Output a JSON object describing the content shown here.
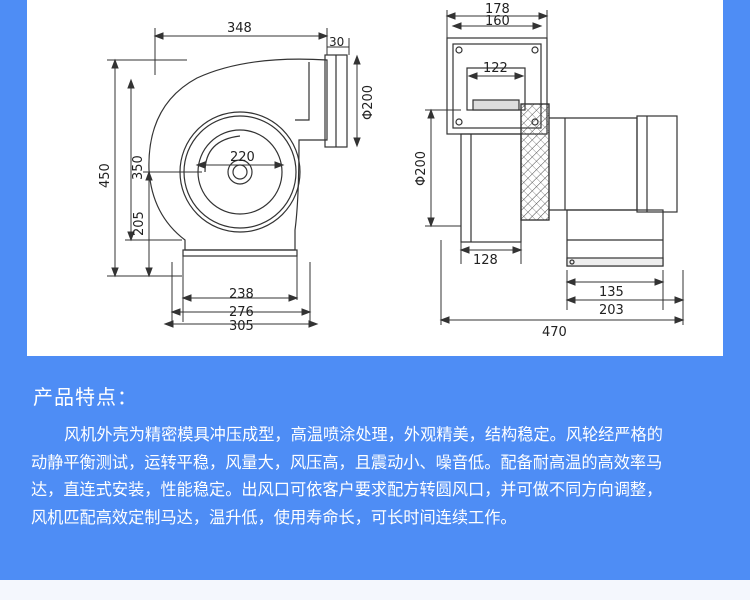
{
  "drawing": {
    "dims_left": {
      "width_top": "348",
      "flange": "30",
      "outlet_dia": "Φ200",
      "height_total": "450",
      "height_mid": "350",
      "height_low": "205",
      "inlet_dia": "220",
      "base_inner": "238",
      "base_mid": "276",
      "base_outer": "305"
    },
    "dims_right": {
      "flange_outer": "178",
      "flange_inner": "160",
      "opening": "122",
      "outlet_dia": "Φ200",
      "body_width": "128",
      "motor_base": "135",
      "motor_base_outer": "203",
      "total_length": "470"
    }
  },
  "features": {
    "title": "产品特点：",
    "body": "风机外壳为精密模具冲压成型，高温喷涂处理，外观精美，结构稳定。风轮经严格的动静平衡测试，运转平稳，风量大，风压高，且震动小、噪音低。配备耐高温的高效率马达，直连式安装，性能稳定。出风口可依客户要求配方转圆风口，并可做不同方向调整，风机匹配高效定制马达，温升低，使用寿命长，可长时间连续工作。"
  },
  "colors": {
    "panel": "#4e8df5",
    "card": "#ffffff",
    "line": "#333333"
  }
}
